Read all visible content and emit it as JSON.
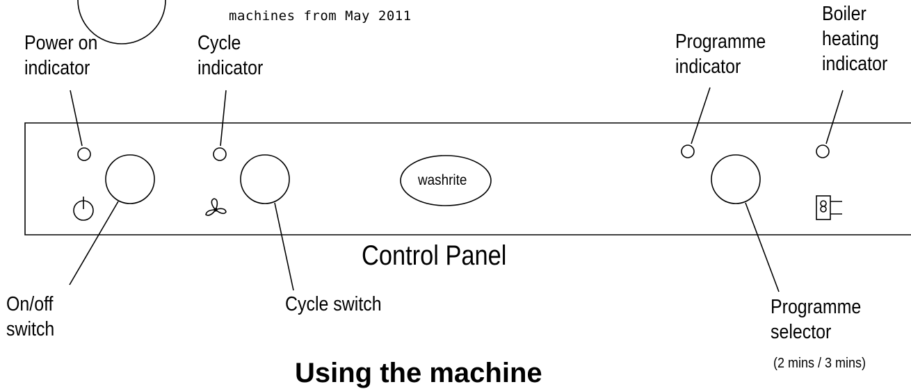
{
  "header_note": "machines from May 2011",
  "labels": {
    "power_on_indicator": [
      "Power on",
      "indicator"
    ],
    "cycle_indicator": [
      "Cycle",
      "indicator"
    ],
    "programme_indicator": [
      "Programme",
      "indicator"
    ],
    "boiler_heating_indicator": [
      "Boiler",
      "heating",
      "indicator"
    ],
    "on_off_switch": [
      "On/off",
      "switch"
    ],
    "cycle_switch": "Cycle switch",
    "programme_selector": [
      "Programme",
      "selector"
    ],
    "programme_options": "(2 mins / 3 mins)"
  },
  "panel": {
    "title": "Control Panel",
    "brand": "washrite"
  },
  "section_heading": "Using the machine"
}
